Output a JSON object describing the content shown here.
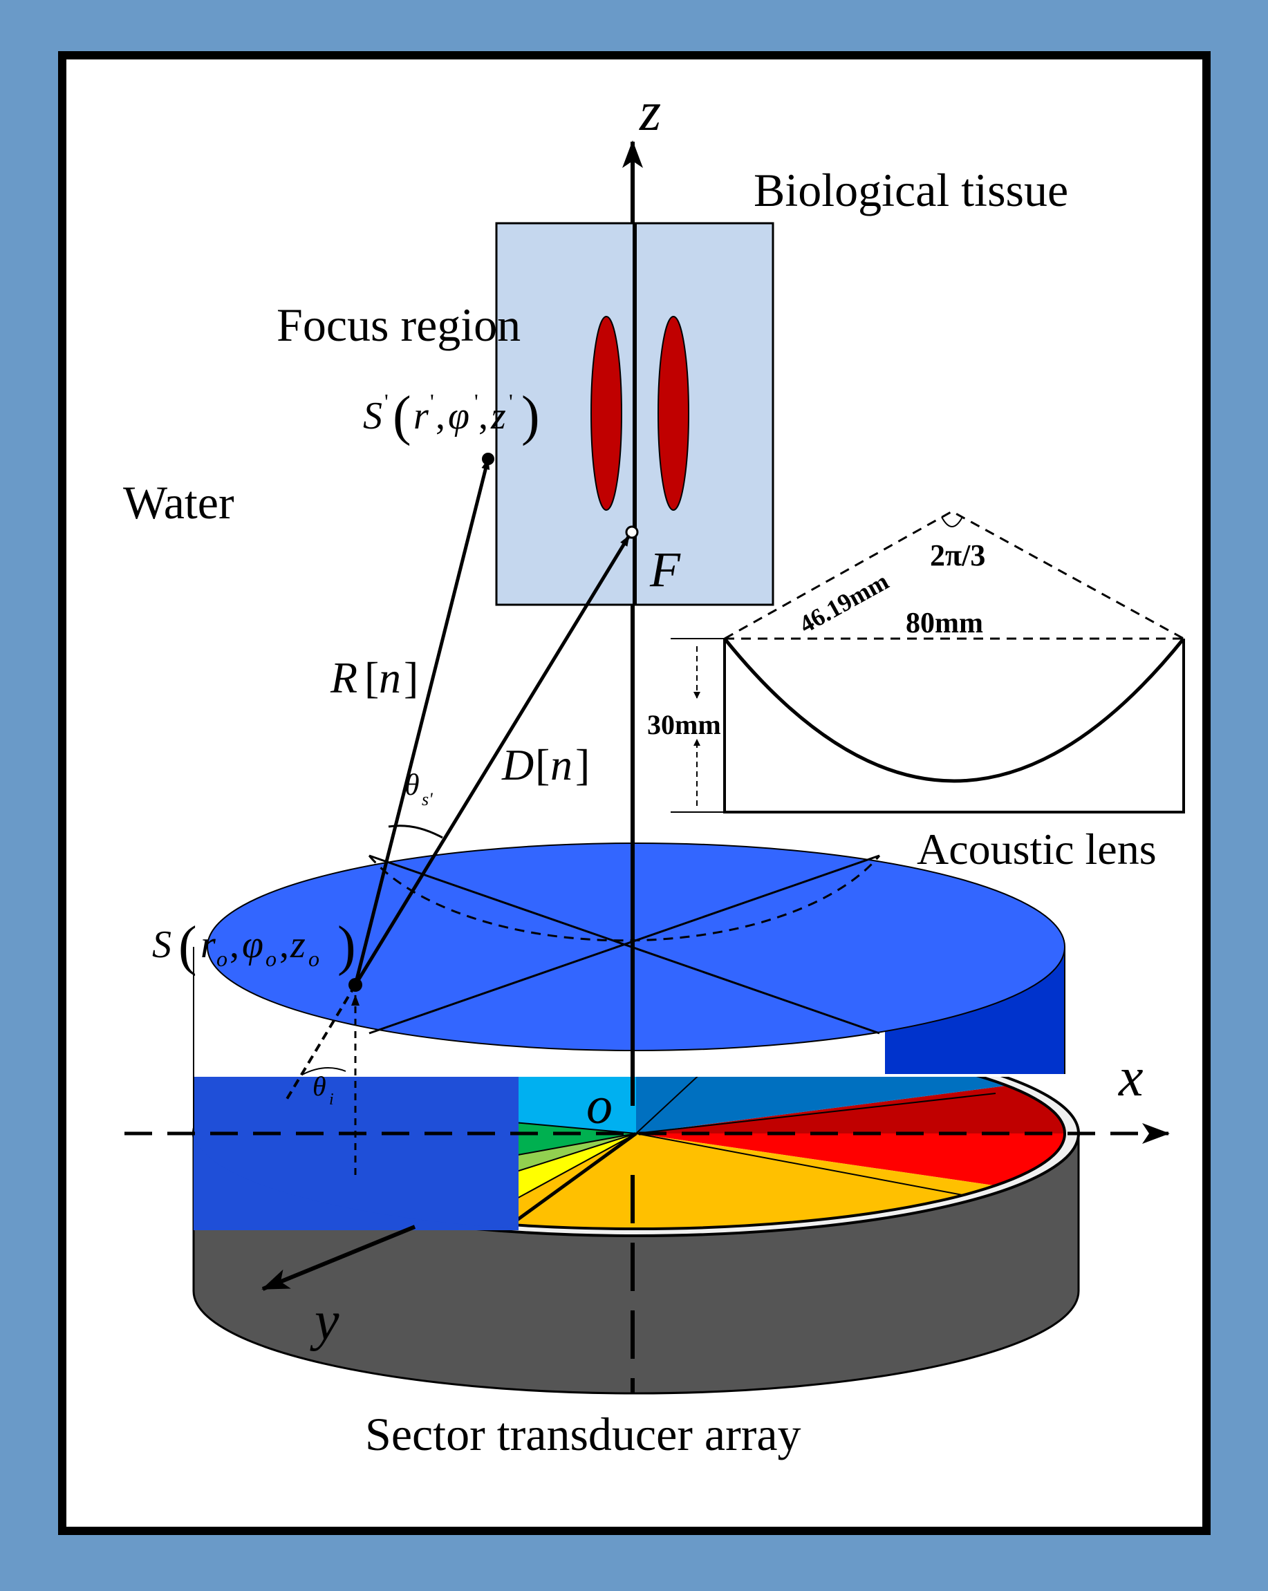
{
  "labels": {
    "biological_tissue": "Biological  tissue",
    "focus_region": "Focus region",
    "water": "Water",
    "acoustic_lens": "Acoustic lens",
    "sector_array": "Sector transducer array"
  },
  "axes": {
    "z": "z",
    "x": "x",
    "y": "y",
    "origin": "o"
  },
  "symbols": {
    "focus_point": "F",
    "R_letter": "R",
    "D_letter": "D",
    "n_letter": "n",
    "open_bracket": "[",
    "close_bracket": "]",
    "S_letter": "S",
    "prime": "'",
    "comma": ",",
    "r_letter": "r",
    "phi_letter": "φ",
    "z_letter": "z",
    "sub_o": "o",
    "sub_s_prime": "s'",
    "sub_i": "i",
    "theta": "θ",
    "paren_open": "(",
    "paren_close": ")"
  },
  "lens_dimensions": {
    "slant": "46.19mm",
    "width": "80mm",
    "height": "30mm",
    "angle": "2π/3"
  },
  "colors": {
    "frame_blue": "#6a9ac8",
    "tissue_fill": "#c5d7ee",
    "focus_red": "#c00000",
    "lens_disk": "#3366ff",
    "lens_side": "#0033cc",
    "base_dark": "#555555",
    "sector_red": "#c00000",
    "sector_bright_red": "#ff0000",
    "sector_orange": "#ffc000",
    "sector_yellow": "#ffff00",
    "sector_green": "#00b050",
    "sector_light_green": "#92d050",
    "sector_light_blue": "#00b0f0",
    "sector_mid_blue": "#0070c0"
  }
}
